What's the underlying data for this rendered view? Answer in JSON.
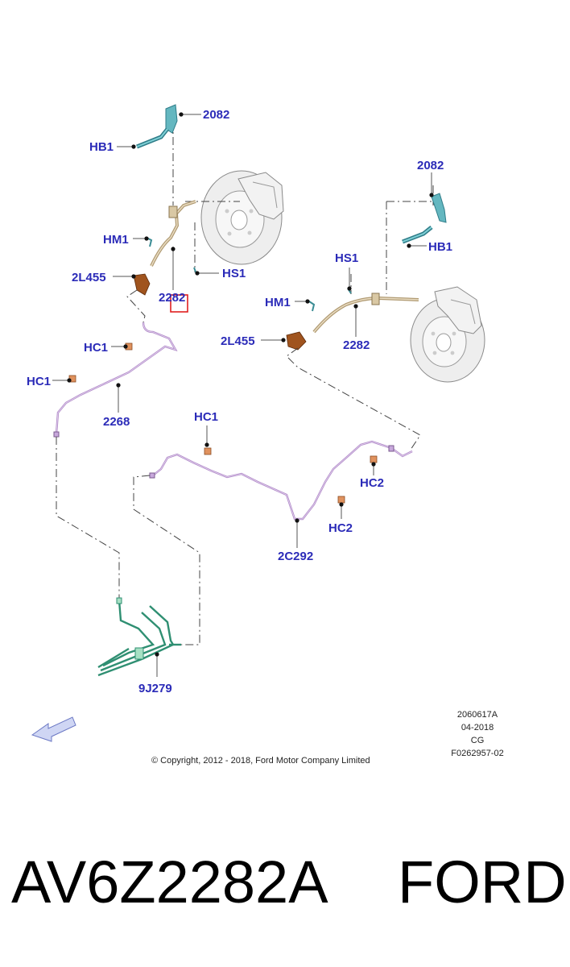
{
  "callouts": {
    "c2082_left": "2082",
    "hb1_left": "HB1",
    "hm1_left": "HM1",
    "l2455_left": "2L455",
    "hs1_left": "HS1",
    "c2282_left": "2282",
    "hc1_a": "HC1",
    "hc1_b": "HC1",
    "c2268": "2268",
    "c2082_right": "2082",
    "hb1_right": "HB1",
    "hs1_right": "HS1",
    "hm1_right": "HM1",
    "l2455_right": "2L455",
    "c2282_right": "2282",
    "hc1_c": "HC1",
    "hc2_a": "HC2",
    "hc2_b": "HC2",
    "c2c292": "2C292",
    "c9j279": "9J279"
  },
  "meta": {
    "illustration_id": "2060617A",
    "date": "04-2018",
    "author": "CG",
    "figure_id": "F0262957-02"
  },
  "copyright": "© Copyright, 2012 - 2018, Ford Motor Company Limited",
  "caption": {
    "part_number": "AV6Z2282A",
    "brand": "FORD"
  },
  "colors": {
    "callout_text": "#2b2bb8",
    "brake_line": "#b08ac8",
    "brake_hose": "#b09a72",
    "hydraulic_bundle": "#2f8f72",
    "highlight_box": "#e02020"
  }
}
